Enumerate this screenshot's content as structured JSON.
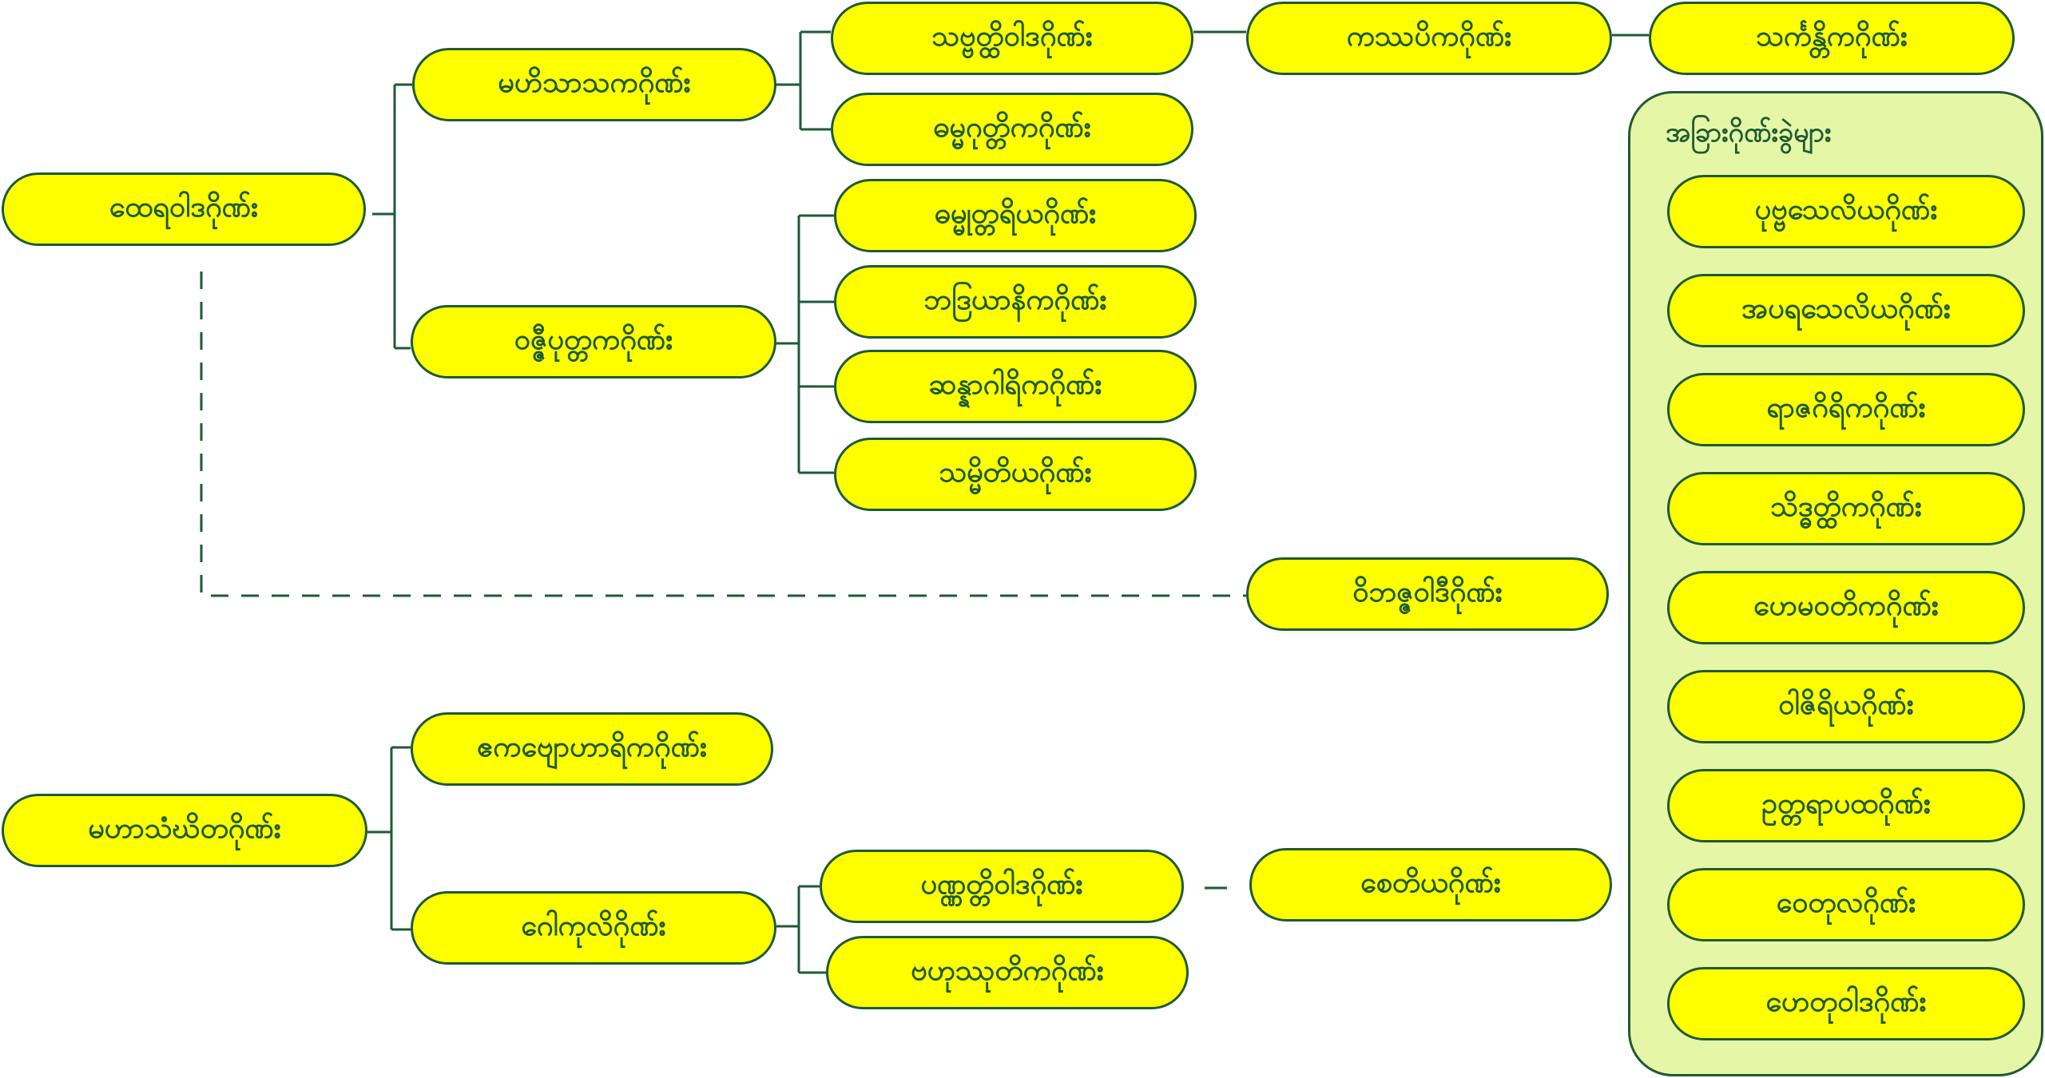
{
  "colors": {
    "node_fill": "#ffff00",
    "node_border": "#1e5a34",
    "text": "#1e5a34",
    "panel_fill": "#e5f7a6",
    "line": "#1e5a34"
  },
  "nodes": {
    "theravada": "ထေရဝါဒဂိုဏ်း",
    "mahimsasaka": "မဟိသာသကဂိုဏ်း",
    "sabbatthivada": "သဗ္ဗတ္ထိဝါဒဂိုဏ်း",
    "kassapiya": "ကဿပိကဂိုဏ်း",
    "sankantika": "သင်္ကန္တိကဂိုဏ်း",
    "dhammaguttika": "ဓမ္မဂုတ္တိကဂိုဏ်း",
    "vajjiputtaka": "ဝဇ္ဇီပုတ္တကဂိုဏ်း",
    "dhammuttariya": "ဓမ္မုတ္တရိယဂိုဏ်း",
    "bhadrayanika": "ဘဒြယာနိကဂိုဏ်း",
    "channagarika": "ဆန္နာဂါရိကဂိုဏ်း",
    "sammitiya": "သမ္မိတိယဂိုဏ်း",
    "vibhajjavadi": "ဝိဘဇ္ဇဝါဒီဂိုဏ်း",
    "mahasanghika": "မဟာသံဃိတဂိုဏ်း",
    "ekabbyoharika": "ဧကဗျောဟာရိကဂိုဏ်း",
    "gokulika": "ဂေါကုလိဂိုဏ်း",
    "pannattivada": "ပဏ္ဏတ္တိဝါဒဂိုဏ်း",
    "bahussutika": "ဗဟုဿုတိကဂိုဏ်း",
    "cetiya": "စေတိယဂိုဏ်း"
  },
  "panel": {
    "title": "အခြားဂိုဏ်းခွဲများ",
    "items": [
      "ပုဗ္ဗသေလိယဂိုဏ်း",
      "အပရသေလိယဂိုဏ်း",
      "ရာဇဂိရိကဂိုဏ်း",
      "သိဒ္ဓတ္ထိကဂိုဏ်း",
      "ဟေမဝတိကဂိုဏ်း",
      "ဝါဇိရိယဂိုဏ်း",
      "ဥတ္တရာပထဂိုဏ်း",
      "ဝေတုလဂိုဏ်း",
      "ဟေတုဝါဒဂိုဏ်း"
    ]
  }
}
